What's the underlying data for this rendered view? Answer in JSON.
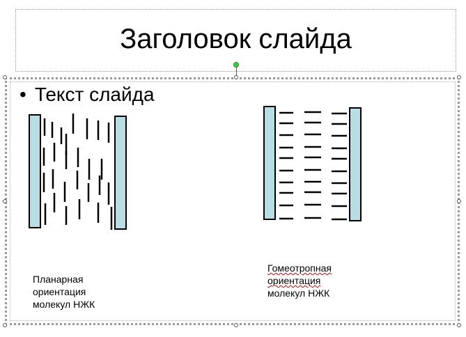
{
  "slide": {
    "title": "Заголовок слайда",
    "bullet_text": "Текст слайда",
    "bullet_glyph": "•"
  },
  "captions": {
    "planar": [
      "Планарная",
      "ориентация",
      "молекул НЖК"
    ],
    "homeotropic": [
      "Гомеотропная",
      "ориентация",
      "молекул НЖК"
    ]
  },
  "colors": {
    "plate_fill": "#b8dde2",
    "plate_stroke": "#000000",
    "rotation_handle": "#3ad23a"
  }
}
